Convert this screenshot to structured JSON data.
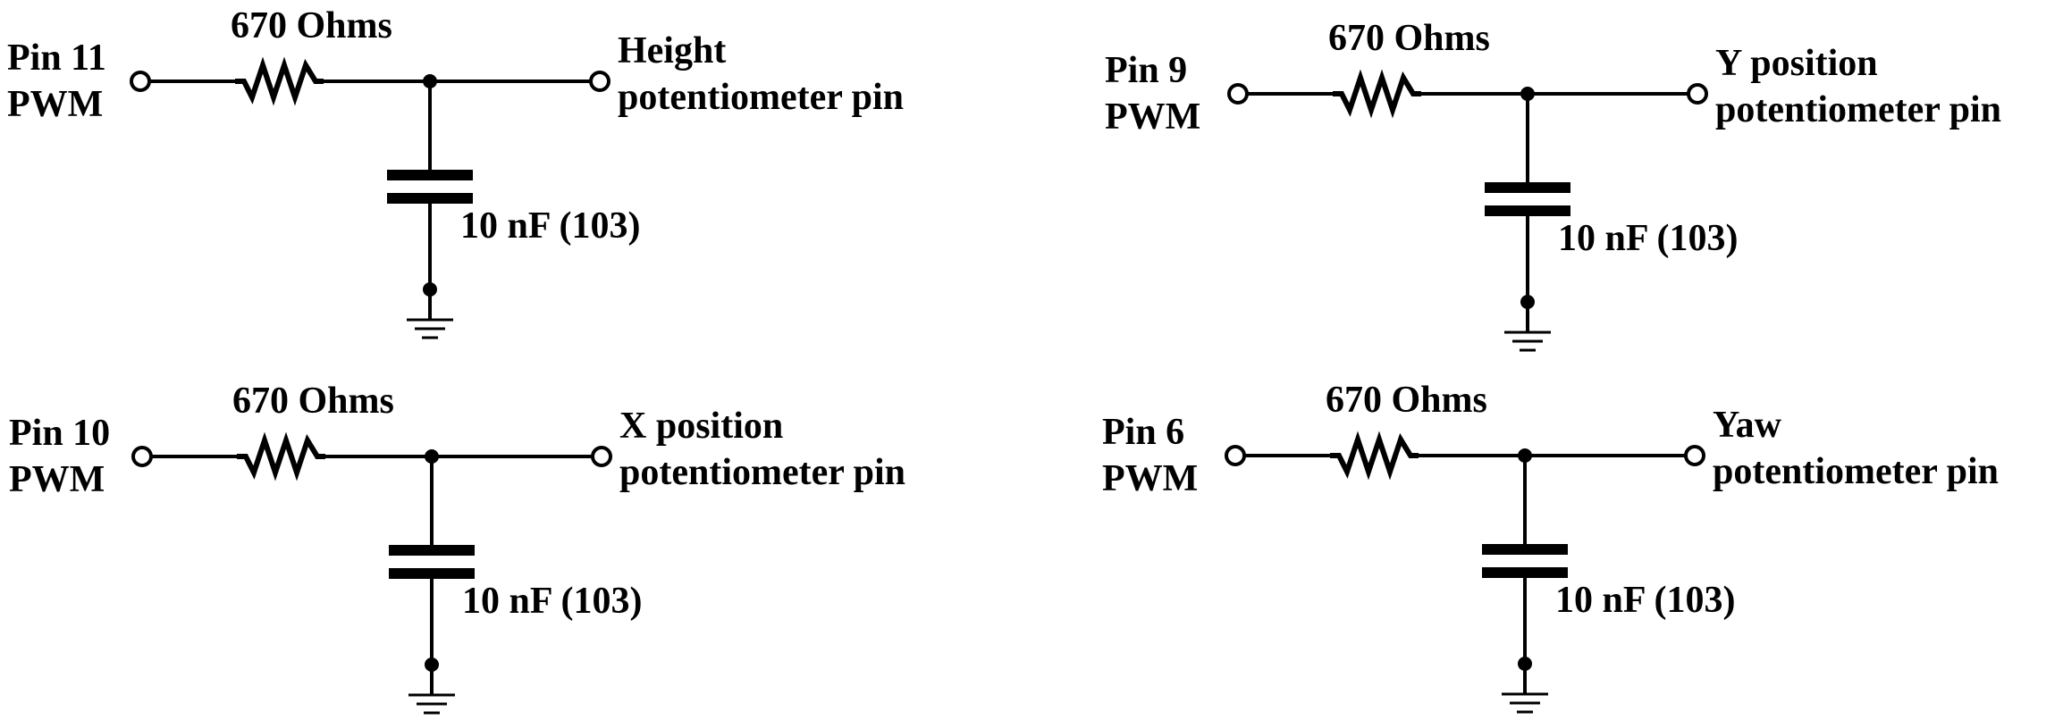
{
  "circuits": [
    {
      "pin_label": "Pin 11",
      "pin_mode": "PWM",
      "resistor_label": "670 Ohms",
      "capacitor_label": "10 nF (103)",
      "output_line1": "Height",
      "output_line2": "potentiometer pin"
    },
    {
      "pin_label": "Pin 9",
      "pin_mode": "PWM",
      "resistor_label": "670 Ohms",
      "capacitor_label": "10 nF (103)",
      "output_line1": "Y position",
      "output_line2": "potentiometer pin"
    },
    {
      "pin_label": "Pin 10",
      "pin_mode": "PWM",
      "resistor_label": "670 Ohms",
      "capacitor_label": "10 nF (103)",
      "output_line1": "X position",
      "output_line2": "potentiometer pin"
    },
    {
      "pin_label": "Pin 6",
      "pin_mode": "PWM",
      "resistor_label": "670 Ohms",
      "capacitor_label": "10 nF (103)",
      "output_line1": "Yaw",
      "output_line2": "potentiometer pin"
    }
  ]
}
